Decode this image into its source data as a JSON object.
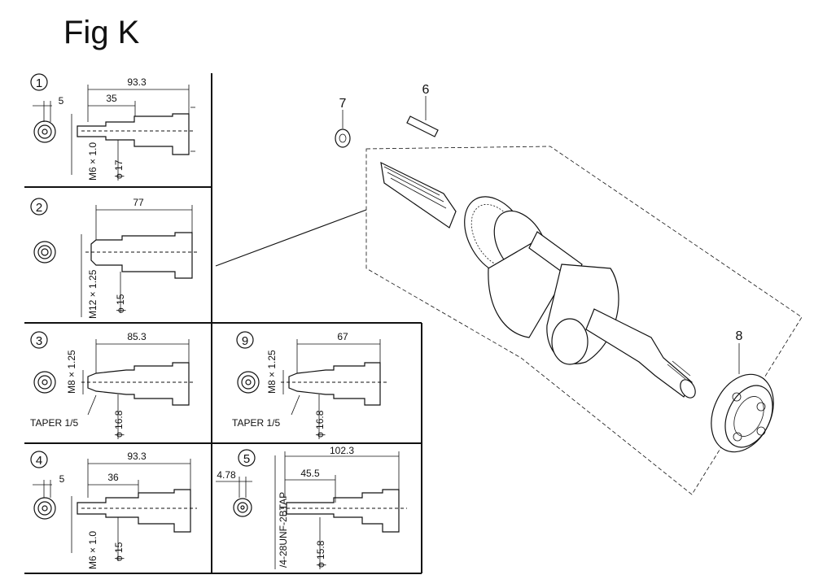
{
  "title": "Fig K",
  "panels": {
    "p1": {
      "num": "1",
      "d_top": "93.3",
      "d_mid": "35",
      "d_left": "5",
      "thread": "M6 × 1.0",
      "dia": "ϕ 17"
    },
    "p2": {
      "num": "2",
      "d_top": "77",
      "thread": "M12 × 1.25",
      "dia": "ϕ 15"
    },
    "p3": {
      "num": "3",
      "d_top": "85.3",
      "thread": "M8 × 1.25",
      "taper": "TAPER 1/5",
      "dia": "ϕ 16.8"
    },
    "p9": {
      "num": "9",
      "d_top": "67",
      "thread": "M8 × 1.25",
      "taper": "TAPER 1/5",
      "dia": "ϕ 16.8"
    },
    "p4": {
      "num": "4",
      "d_top": "93.3",
      "d_mid": "36",
      "d_left": "5",
      "thread": "M6 × 1.0",
      "dia": "ϕ 15"
    },
    "p5": {
      "num": "5",
      "d_top": "102.3",
      "d_mid": "45.5",
      "d_left": "4.78",
      "thread": "/4-28UNF-2BTAP",
      "dia": "ϕ 15.8"
    }
  },
  "callouts": {
    "c6": "6",
    "c7": "7",
    "c8": "8"
  }
}
